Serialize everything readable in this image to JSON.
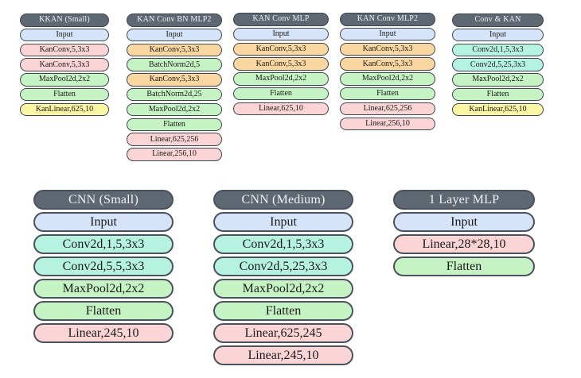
{
  "colors": {
    "header": "#5e6872",
    "header_text": "#eef1f4",
    "border_small": "#3d454e",
    "border_large": "#4a535d",
    "input": "#d5e4f8",
    "pink": "#fbd4d5",
    "orange": "#fad7a1",
    "green": "#c5f3c3",
    "cyan": "#b5f2e0",
    "yellow": "#faf6a3"
  },
  "diagrams": [
    {
      "title": "KKAN (Small)",
      "size": "sm",
      "layers": [
        {
          "label": "Input",
          "color": "input"
        },
        {
          "label": "KanConv,5,3x3",
          "color": "pink"
        },
        {
          "label": "KanConv,5,3x3",
          "color": "pink"
        },
        {
          "label": "MaxPool2d,2x2",
          "color": "green"
        },
        {
          "label": "Flatten",
          "color": "green"
        },
        {
          "label": "KanLinear,625,10",
          "color": "yellow"
        }
      ]
    },
    {
      "title": "KAN Conv BN MLP2",
      "size": "sm",
      "layers": [
        {
          "label": "Input",
          "color": "input"
        },
        {
          "label": "KanConv,5,3x3",
          "color": "orange"
        },
        {
          "label": "BatchNorm2d,5",
          "color": "green"
        },
        {
          "label": "KanConv,5,3x3",
          "color": "orange"
        },
        {
          "label": "BatchNorm2d,25",
          "color": "green"
        },
        {
          "label": "MaxPool2d,2x2",
          "color": "green"
        },
        {
          "label": "Flatten",
          "color": "green"
        },
        {
          "label": "Linear,625,256",
          "color": "pink"
        },
        {
          "label": "Linear,256,10",
          "color": "pink"
        }
      ]
    },
    {
      "title": "KAN Conv MLP",
      "size": "sm",
      "layers": [
        {
          "label": "Input",
          "color": "input"
        },
        {
          "label": "KanConv,5,3x3",
          "color": "orange"
        },
        {
          "label": "KanConv,5,3x3",
          "color": "orange"
        },
        {
          "label": "MaxPool2d,2x2",
          "color": "green"
        },
        {
          "label": "Flatten",
          "color": "green"
        },
        {
          "label": "Linear,625,10",
          "color": "pink"
        }
      ]
    },
    {
      "title": "KAN Conv MLP2",
      "size": "sm",
      "layers": [
        {
          "label": "Input",
          "color": "input"
        },
        {
          "label": "KanConv,5,3x3",
          "color": "orange"
        },
        {
          "label": "KanConv,5,3x3",
          "color": "orange"
        },
        {
          "label": "MaxPool2d,2x2",
          "color": "green"
        },
        {
          "label": "Flatten",
          "color": "green"
        },
        {
          "label": "Linear,625,256",
          "color": "pink"
        },
        {
          "label": "Linear,256,10",
          "color": "pink"
        }
      ]
    },
    {
      "title": "Conv & KAN",
      "size": "sm",
      "layers": [
        {
          "label": "Input",
          "color": "input"
        },
        {
          "label": "Conv2d,1,5,3x3",
          "color": "cyan"
        },
        {
          "label": "Conv2d,5,25,3x3",
          "color": "cyan"
        },
        {
          "label": "MaxPool2d,2x2",
          "color": "green"
        },
        {
          "label": "Flatten",
          "color": "green"
        },
        {
          "label": "KanLinear,625,10",
          "color": "yellow"
        }
      ]
    },
    {
      "title": "CNN (Small)",
      "size": "lg",
      "layers": [
        {
          "label": "Input",
          "color": "input"
        },
        {
          "label": "Conv2d,1,5,3x3",
          "color": "cyan"
        },
        {
          "label": "Conv2d,5,5,3x3",
          "color": "cyan"
        },
        {
          "label": "MaxPool2d,2x2",
          "color": "green"
        },
        {
          "label": "Flatten",
          "color": "green"
        },
        {
          "label": "Linear,245,10",
          "color": "pink"
        }
      ]
    },
    {
      "title": "CNN (Medium)",
      "size": "lg",
      "layers": [
        {
          "label": "Input",
          "color": "input"
        },
        {
          "label": "Conv2d,1,5,3x3",
          "color": "cyan"
        },
        {
          "label": "Conv2d,5,25,3x3",
          "color": "cyan"
        },
        {
          "label": "MaxPool2d,2x2",
          "color": "green"
        },
        {
          "label": "Flatten",
          "color": "green"
        },
        {
          "label": "Linear,625,245",
          "color": "pink"
        },
        {
          "label": "Linear,245,10",
          "color": "pink"
        }
      ]
    },
    {
      "title": "1 Layer MLP",
      "size": "lg",
      "layers": [
        {
          "label": "Input",
          "color": "input"
        },
        {
          "label": "Linear,28*28,10",
          "color": "pink"
        },
        {
          "label": "Flatten",
          "color": "green"
        }
      ]
    }
  ]
}
